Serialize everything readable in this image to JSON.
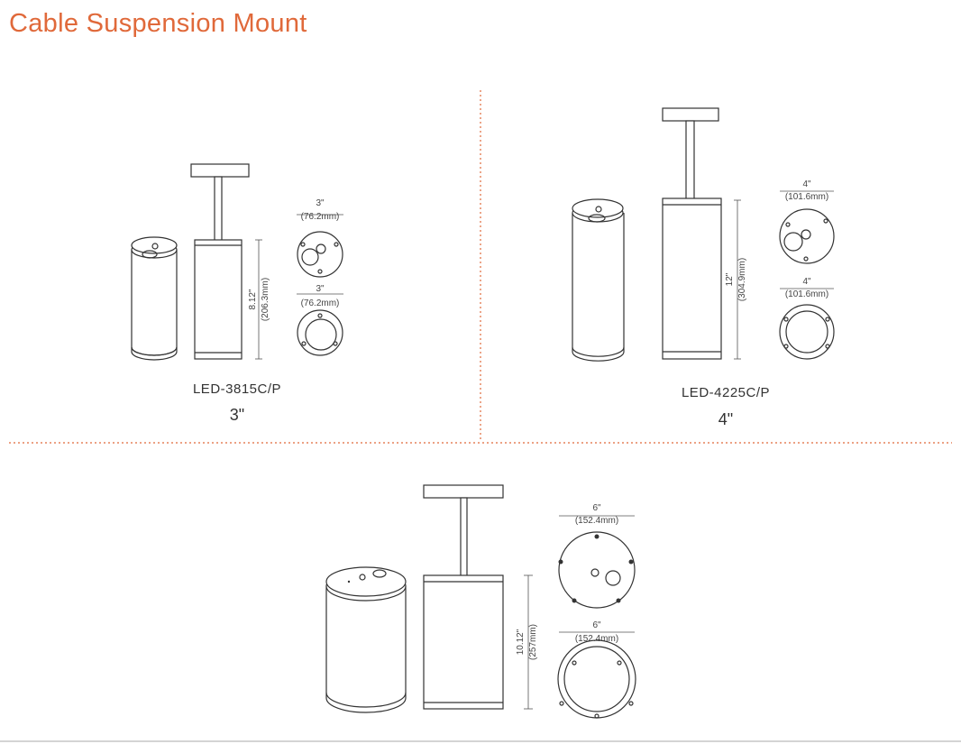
{
  "title": "Cable Suspension Mount",
  "accent_color": "#e0693a",
  "products": [
    {
      "model": "LED-3815C/P",
      "size": "3\"",
      "height_in": "8.12\"",
      "height_mm": "(206.3mm)",
      "top_dia_in": "3\"",
      "top_dia_mm": "(76.2mm)",
      "bottom_dia_in": "3\"",
      "bottom_dia_mm": "(76.2mm)"
    },
    {
      "model": "LED-4225C/P",
      "size": "4\"",
      "height_in": "12\"",
      "height_mm": "(304.9mm)",
      "top_dia_in": "4\"",
      "top_dia_mm": "(101.6mm)",
      "bottom_dia_in": "4\"",
      "bottom_dia_mm": "(101.6mm)"
    },
    {
      "height_in": "10.12\"",
      "height_mm": "(257mm)",
      "top_dia_in": "6\"",
      "top_dia_mm": "(152.4mm)",
      "bottom_dia_in": "6\"",
      "bottom_dia_mm": "(152.4mm)"
    }
  ]
}
